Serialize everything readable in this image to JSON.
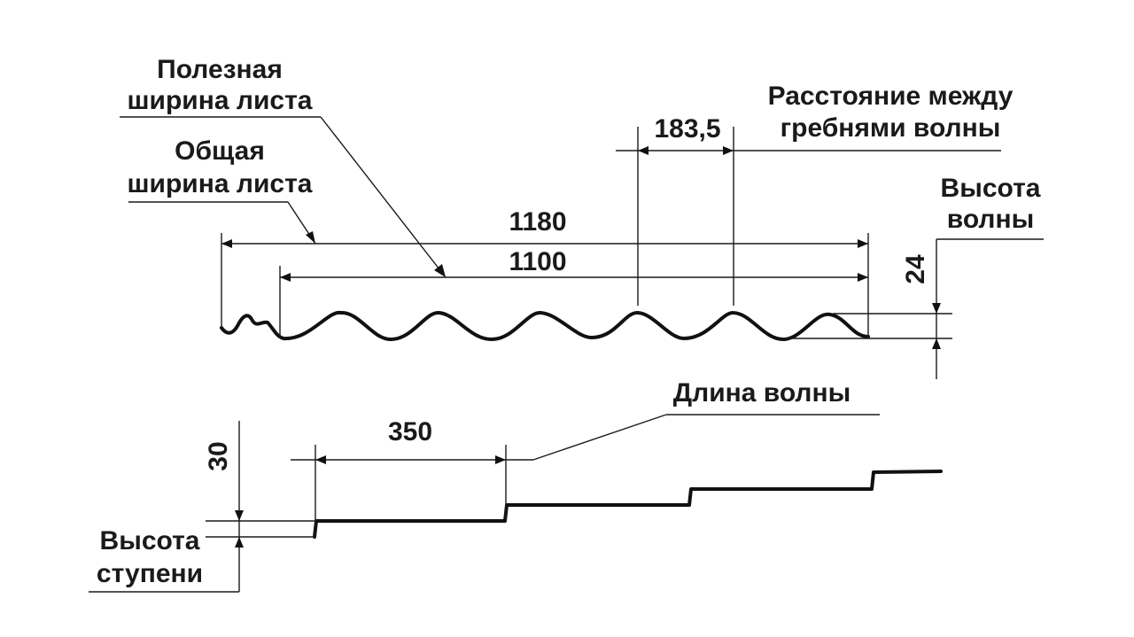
{
  "labels": {
    "useful_width": [
      "Полезная",
      "ширина листа"
    ],
    "total_width": [
      "Общая",
      "ширина листа"
    ],
    "crest_distance": [
      "Расстояние между",
      "гребнями волны"
    ],
    "wave_height": [
      "Высота",
      "волны"
    ],
    "wave_length": "Длина волны",
    "step_height": [
      "Высота",
      "ступени"
    ]
  },
  "dimensions": {
    "total_width": "1180",
    "useful_width": "1100",
    "crest_distance": "183,5",
    "wave_height": "24",
    "wave_length": "350",
    "step_height": "30"
  }
}
